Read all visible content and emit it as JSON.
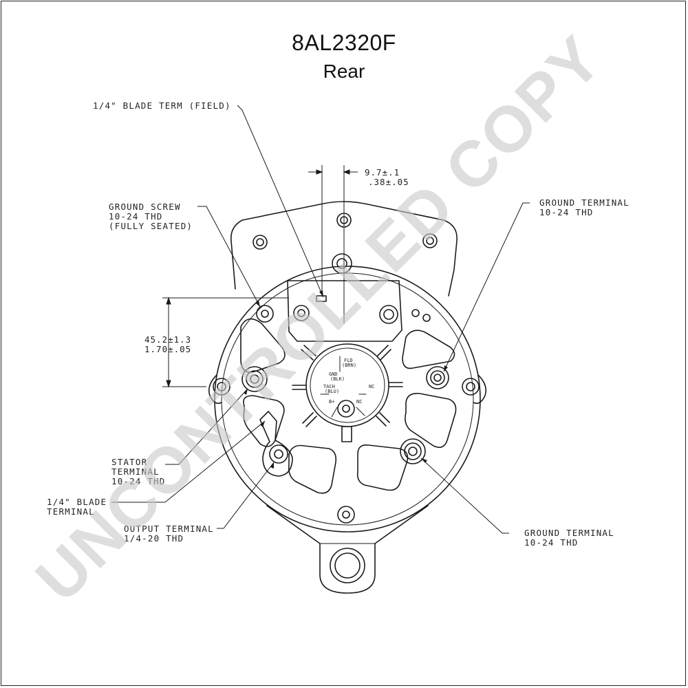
{
  "header": {
    "part_number": "8AL2320F",
    "view": "Rear"
  },
  "callouts": {
    "blade_field": "1/4\" BLADE TERM (FIELD)",
    "ground_screw": [
      "GROUND SCREW",
      "10-24 THD",
      "(FULLY SEATED)"
    ],
    "ground_terminal_right": [
      "GROUND TERMINAL",
      "10-24 THD"
    ],
    "stator_terminal": [
      "STATOR",
      "TERMINAL",
      "10-24 THD"
    ],
    "blade_terminal": [
      "1/4\" BLADE",
      "TERMINAL"
    ],
    "output_terminal": [
      "OUTPUT TERMINAL",
      "1/4-20 THD"
    ],
    "ground_terminal_bottom": [
      "GROUND TERMINAL",
      "10-24 THD"
    ]
  },
  "dimensions": {
    "top_mm": "9.7±.1",
    "top_in": ".38±.05",
    "left_mm": "45.2±1.3",
    "left_in": "1.70±.05"
  },
  "connector_labels": {
    "fld": "FLD",
    "brn": "(BRN)",
    "gnd": "GND",
    "blk": "(BLK)",
    "tach": "TACH",
    "blu": "(BLU)",
    "nc_top": "NC",
    "bplus": "B+",
    "nc_bottom": "NC"
  },
  "watermark": "UNCONTROLLED COPY"
}
